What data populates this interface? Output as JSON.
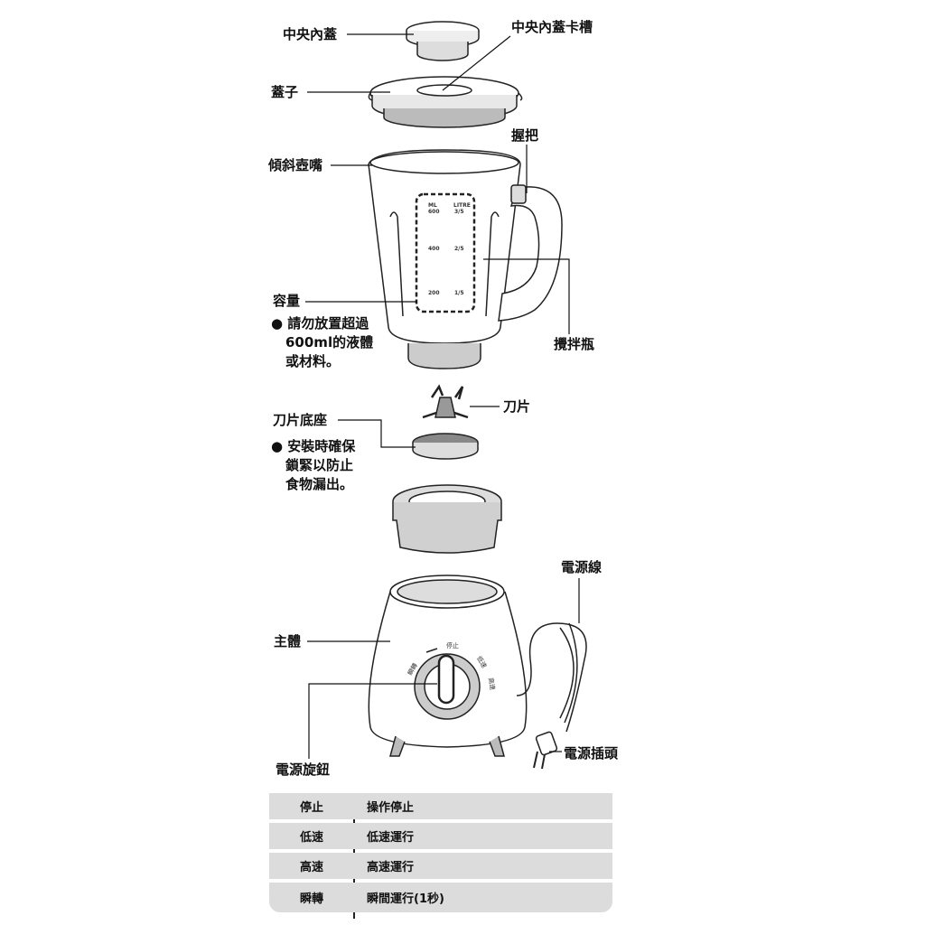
{
  "labels": {
    "center_inner_lid": "中央內蓋",
    "center_inner_lid_slot": "中央內蓋卡槽",
    "lid": "蓋子",
    "handle": "握把",
    "spout": "傾斜壺嘴",
    "capacity": "容量",
    "capacity_note": [
      "● 請勿放置超過",
      "600ml的液體",
      "或材料。"
    ],
    "jar": "攪拌瓶",
    "blade": "刀片",
    "blade_base": "刀片底座",
    "blade_base_note": [
      "● 安裝時確保",
      "鎖緊以防止",
      "食物漏出。"
    ],
    "power_cord": "電源線",
    "main_body": "主體",
    "power_knob": "電源旋鈕",
    "power_plug": "電源插頭"
  },
  "jar_scale": {
    "unit_ml": "ML",
    "unit_litre": "LITRE",
    "marks": [
      {
        "ml": "600",
        "litre": "3/5"
      },
      {
        "ml": "400",
        "litre": "2/5"
      },
      {
        "ml": "200",
        "litre": "1/5"
      }
    ]
  },
  "dial_labels": {
    "stop": "停止",
    "low": "低速",
    "high": "高速",
    "pulse": "瞬轉"
  },
  "table": [
    {
      "mode": "停止",
      "desc": "操作停止"
    },
    {
      "mode": "低速",
      "desc": "低速運行"
    },
    {
      "mode": "高速",
      "desc": "高速運行"
    },
    {
      "mode": "瞬轉",
      "desc": "瞬間運行(1秒)"
    }
  ]
}
